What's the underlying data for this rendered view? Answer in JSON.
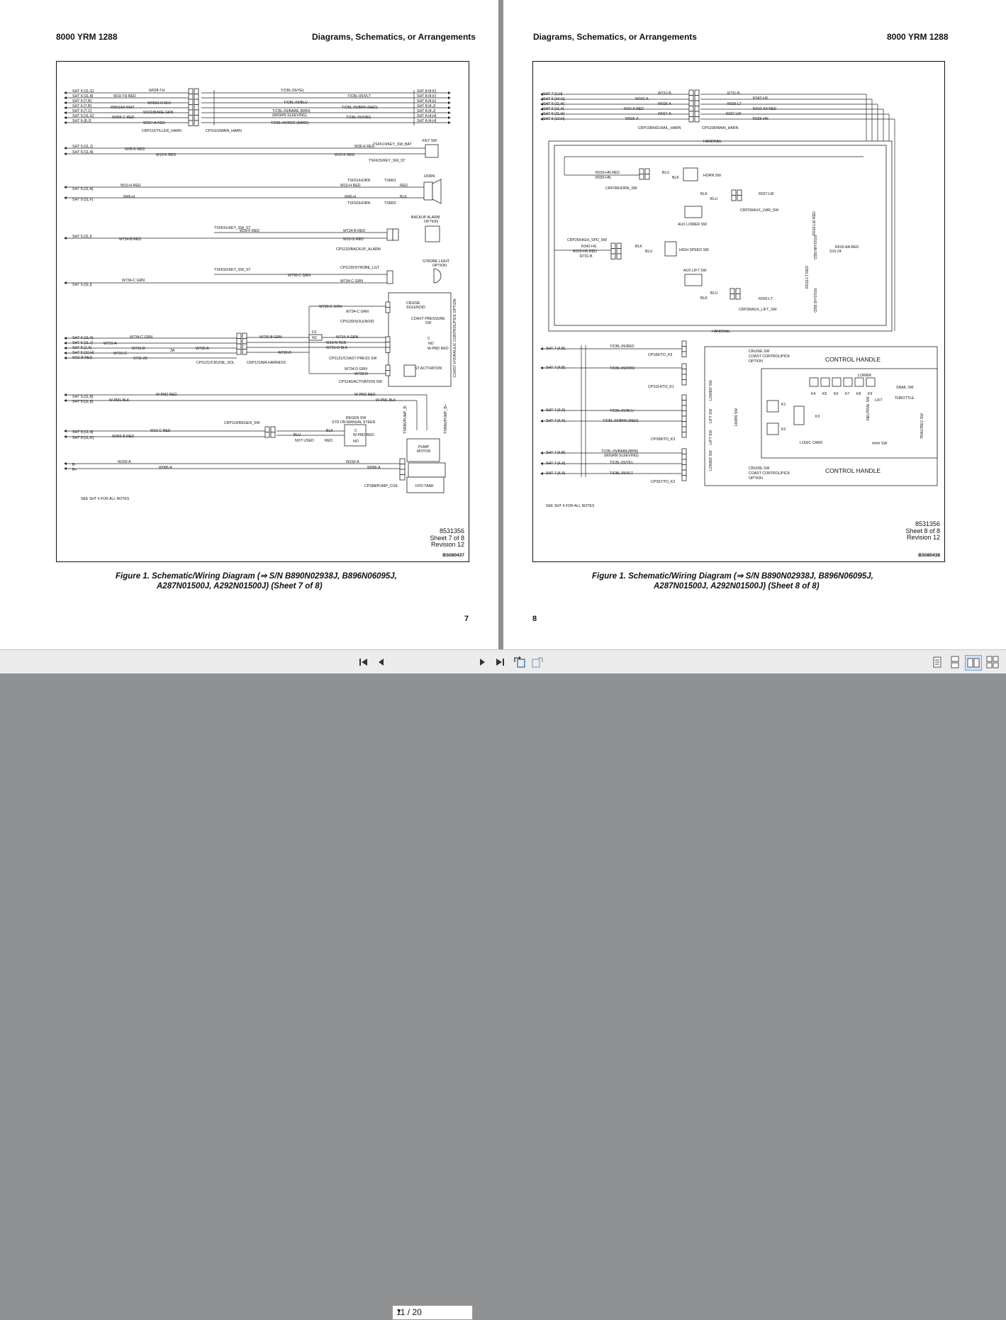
{
  "left_page": {
    "header_left": "8000 YRM 1288",
    "header_right": "Diagrams, Schematics, or Arrangements",
    "doc_number": "8531356",
    "sheet": "Sheet 7 of 8",
    "revision": "Revision 12",
    "figure_id": "BS080437",
    "caption_line1": "Figure 1.  Schematic/Wiring Diagram (⇒ S/N B890N02938J, B896N06095J,",
    "caption_line2": "A287N01500J, A292N01500J) (Sheet 7 of 8)",
    "page_number": "7",
    "diagram": {
      "connector_labels": [
        "CRP115/TILLER_HARN",
        "CPS115/MAIN_HARN",
        "TSFK19/KEY_SW_BAT",
        "TSFK20/KEY_SW_ST",
        "KEY SW",
        "TSF01/HORN",
        "TSM01",
        "TSF02/HORN",
        "TSM02",
        "HORN",
        "TSFK91/KEY_SW_ST",
        "BACKUP ALARM",
        "OPTION",
        "CPS133/BACKUP_ALARM",
        "TSFK92/KEY_SW_ST",
        "CPS135/STROBE_LGT",
        "STROBE LIGHT",
        "CRUISE",
        "SOLENOID",
        "CPS139/SOLENOID",
        "COAST PRESSURE",
        "SW",
        "CPS121/CRUISE_SOL",
        "CRP121/MA HARNESS",
        "CPS131/COAST PRESS SW",
        "COAST ACTIVATION",
        "CPS140/ACTIVATION SW",
        "COAST HYDRAULIC CONTROL/PICK OPTION",
        "CRP119/REGEN_SW",
        "REGEN SW",
        "STD ON MANUAL STEER",
        "PUMP",
        "MOTOR",
        "TSR85/PUMP_B-",
        "TSR86/PUMP_B+",
        "CPS88/PUMP_COIL",
        "HYD TANK",
        "SEE SHT 4 FOR ALL NOTES"
      ],
      "wire_labels": [
        "SHT 5-[11,G]",
        "SHT 6-[11,A]",
        "SHT 6-[7,B]",
        "SHT 6-[7,B]",
        "SHT 6-[7,C]",
        "SHT 5-[11,G]",
        "SHT 6-[8,J]",
        "W028-TH",
        "W10-TH RED",
        "W900/LO-BLK",
        "W901/HI-WHT",
        "W102/BARE-GRN",
        "W355-C RED",
        "W357-A RED",
        "T/CBL-05/YEL",
        "T/CBL-05/VLT",
        "T/CBL-05/BLU",
        "T/CBL-05/BRN (RED)",
        "T/CBL-05/BARE (BRN)",
        "(W/GRN SLEEVING)",
        "T/CBL-05/ORG",
        "T/CBL-05/RED (BARE)",
        "SHT 8-[4,K]",
        "SHT 8-[4,K]",
        "SHT 8-[4,E]",
        "SHT 8-[4,J]",
        "SHT 8-[4,J]",
        "SHT 8-[4,H]",
        "SHT 8-[4,H]",
        "SHT 5-[11,J]",
        "SHT 6-[11,A]",
        "W35-K RED",
        "W10-K RED",
        "W10-H RED",
        "W45-H",
        "RED",
        "BLK",
        "SHT 6-[11,A]",
        "SHT 5-[11,F]",
        "SHT 5-[11,I]",
        "W724-B RED",
        "W10-F RED",
        "W724-B RED",
        "W10-G RED",
        "W724-BB RED",
        "W730-C GRN",
        "W734-C GRN",
        "W730-A RED",
        "W730-B GRN",
        "W734-A GRN",
        "W10-N RED",
        "W731-D BLK",
        "W732-D",
        "W734-D GRN",
        "W732-D",
        "SHT 5-[10,F]",
        "SHT 6-[11,A]",
        "SHT 5-[11,J]",
        "SHT 8-[1,A]",
        "SHT 5-[10,H]",
        "W10-B RED",
        "W731-A",
        "W731-B",
        "W731-C",
        "W732-A",
        "S731-28",
        "3A",
        "D1",
        "NC",
        "C",
        "NO",
        "W-PM2 RED",
        "W-PM1 BLK",
        "SHT 5-[11,B]",
        "SHT 5-[11,E]",
        "SHT 6-[11,A]",
        "SHT 5-[11,D]",
        "W10-C RED",
        "W355-B RED",
        "BLU",
        "BLK",
        "NOT USED",
        "RED",
        "W150-A",
        "W086-A",
        "SHT 5-[11,F]",
        "SHT 5-[10,G]",
        "B-",
        "B+"
      ]
    }
  },
  "right_page": {
    "header_left": "Diagrams, Schematics, or Arrangements",
    "header_right": "8000 YRM 1288",
    "doc_number": "8531356",
    "sheet": "Sheet 8 of 8",
    "revision": "Revision 12",
    "figure_id": "BS080438",
    "caption_line1": "Figure 1.  Schematic/Wiring Diagram (⇒ S/N B890N02938J, B896N06095J,",
    "caption_line2": "A287N01500J, A292N01500J) (Sheet 8 of 8)",
    "page_number": "8",
    "diagram": {
      "connector_labels": [
        "CRP108/HDLRAIL_HARN",
        "CPS108/MAIN_HARN",
        "HANDRAIL",
        "CRP28/HORN_SW",
        "HORN SW",
        "CRP29/AUX_LWR_SW",
        "AUX LOWER SW",
        "CRP26/HIGH_SPD_SW",
        "HIGH SPEED SW",
        "S10-24",
        "AUX LIFT SW",
        "CRP30/AUX_LIFT_SW",
        "CPS56/TO_K9",
        "CPS114/TO_K1",
        "CPS58/TO_K3",
        "CPS57/TO_K2",
        "CRUISE SW",
        "COAST CONTROL/PICK",
        "OPTION",
        "CONTROL HANDLE",
        "LOWER",
        "LIFT",
        "SNAIL SW",
        "THROTTLE",
        "NEUTRAL SW",
        "TRAC/REV SW",
        "LOGIC CARD",
        "#### SW",
        "LOWER SW",
        "LIFT SW",
        "HORN SW",
        "K1",
        "K2",
        "K3",
        "K4",
        "K5",
        "K6",
        "K7",
        "K8",
        "K9",
        "SEE SHT 4 FOR ALL NOTES"
      ],
      "wire_labels": [
        "SHT 7-[1,H]",
        "SHT 5-[10,G]",
        "SHT 5-[11,H]",
        "SHT 6-[11,A]",
        "SHT 5-[11,H]",
        "SHT 5-[10,H]",
        "W731-B",
        "W342-A",
        "W026-A",
        "W10-A RED",
        "W027-A",
        "W025-A",
        "R731-B",
        "R342-HS",
        "R026-LT",
        "R010-AA RED",
        "R027-LW",
        "R025-HN",
        "R010-HN RED",
        "R025-HN",
        "BLU",
        "BLK",
        "R027-LW",
        "R010-LW RED",
        "R010-HN RED",
        "R010-AA RED",
        "R342-HS",
        "R010-HS RED",
        "R731-B",
        "R026-LT",
        "R010-LT RED",
        "R010-HS RED",
        "SHT 7-[4,B]",
        "SHT 7-[4,B]",
        "SHT 7-[4,A]",
        "SHT 7-[4,A]",
        "SHT 7-[4,B]",
        "SHT 7-[4,A]",
        "SHT 7-[4,A]",
        "T/CBL-05/RED",
        "T/CBL-05/ORG",
        "T/CBL-05/BLU",
        "T/CBL-05/BRN (RED)",
        "T/CBL-05/BARE(BRN)",
        "(W/GRN SLEEVING)",
        "T/CBL-05/YEL",
        "T/CBL-05/VLT"
      ]
    }
  },
  "toolbar": {
    "page_indicator": "11 / 20",
    "icons": [
      "first-page-icon",
      "prev-page-icon",
      "next-page-icon",
      "last-page-icon",
      "rotate-icon",
      "rotate-alt-icon",
      "single-page-view-icon",
      "continuous-view-icon",
      "two-page-view-icon",
      "two-page-continuous-view-icon"
    ]
  }
}
